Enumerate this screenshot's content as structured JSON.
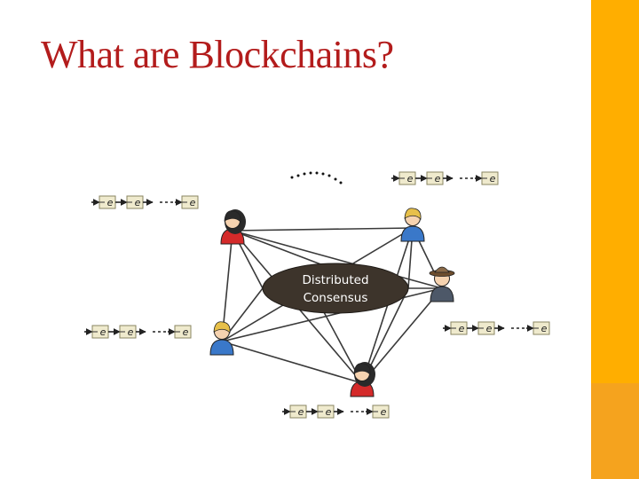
{
  "slide": {
    "title": "What are Blockchains?",
    "title_color": "#b31c1c",
    "accent_top": "#ffae00",
    "accent_bottom": "#f5a31e"
  },
  "diagram": {
    "consensus": {
      "line1": "Distributed",
      "line2": "Consensus",
      "fill_color": "#3d342b"
    },
    "participants": [
      {
        "name": "participant-top-left",
        "icon": "woman-dark-hair-red-shirt-icon"
      },
      {
        "name": "participant-top-right",
        "icon": "man-blond-hair-blue-shirt-icon"
      },
      {
        "name": "participant-right",
        "icon": "man-cowboy-hat-gray-shirt-icon"
      },
      {
        "name": "participant-bottom-left",
        "icon": "man-blond-hair-blue-shirt-icon"
      },
      {
        "name": "participant-bottom-center",
        "icon": "woman-dark-hair-red-shirt-icon"
      }
    ],
    "block_glyph": "e"
  }
}
